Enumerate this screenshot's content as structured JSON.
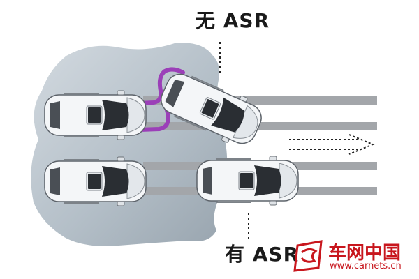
{
  "labels": {
    "without": "无 ASR",
    "with": "有 ASR"
  },
  "watermark": {
    "name": "车网中国",
    "url": "www.carnets.cn"
  },
  "colors": {
    "ice": "#b4bfc8",
    "road_stripe": "#a3a6aa",
    "skid_trail": "#9b3fb8",
    "car_body": "#f4f6f8",
    "car_glass": "#2a2e33",
    "arrow": "#222222",
    "brand_red": "#c8161d"
  }
}
